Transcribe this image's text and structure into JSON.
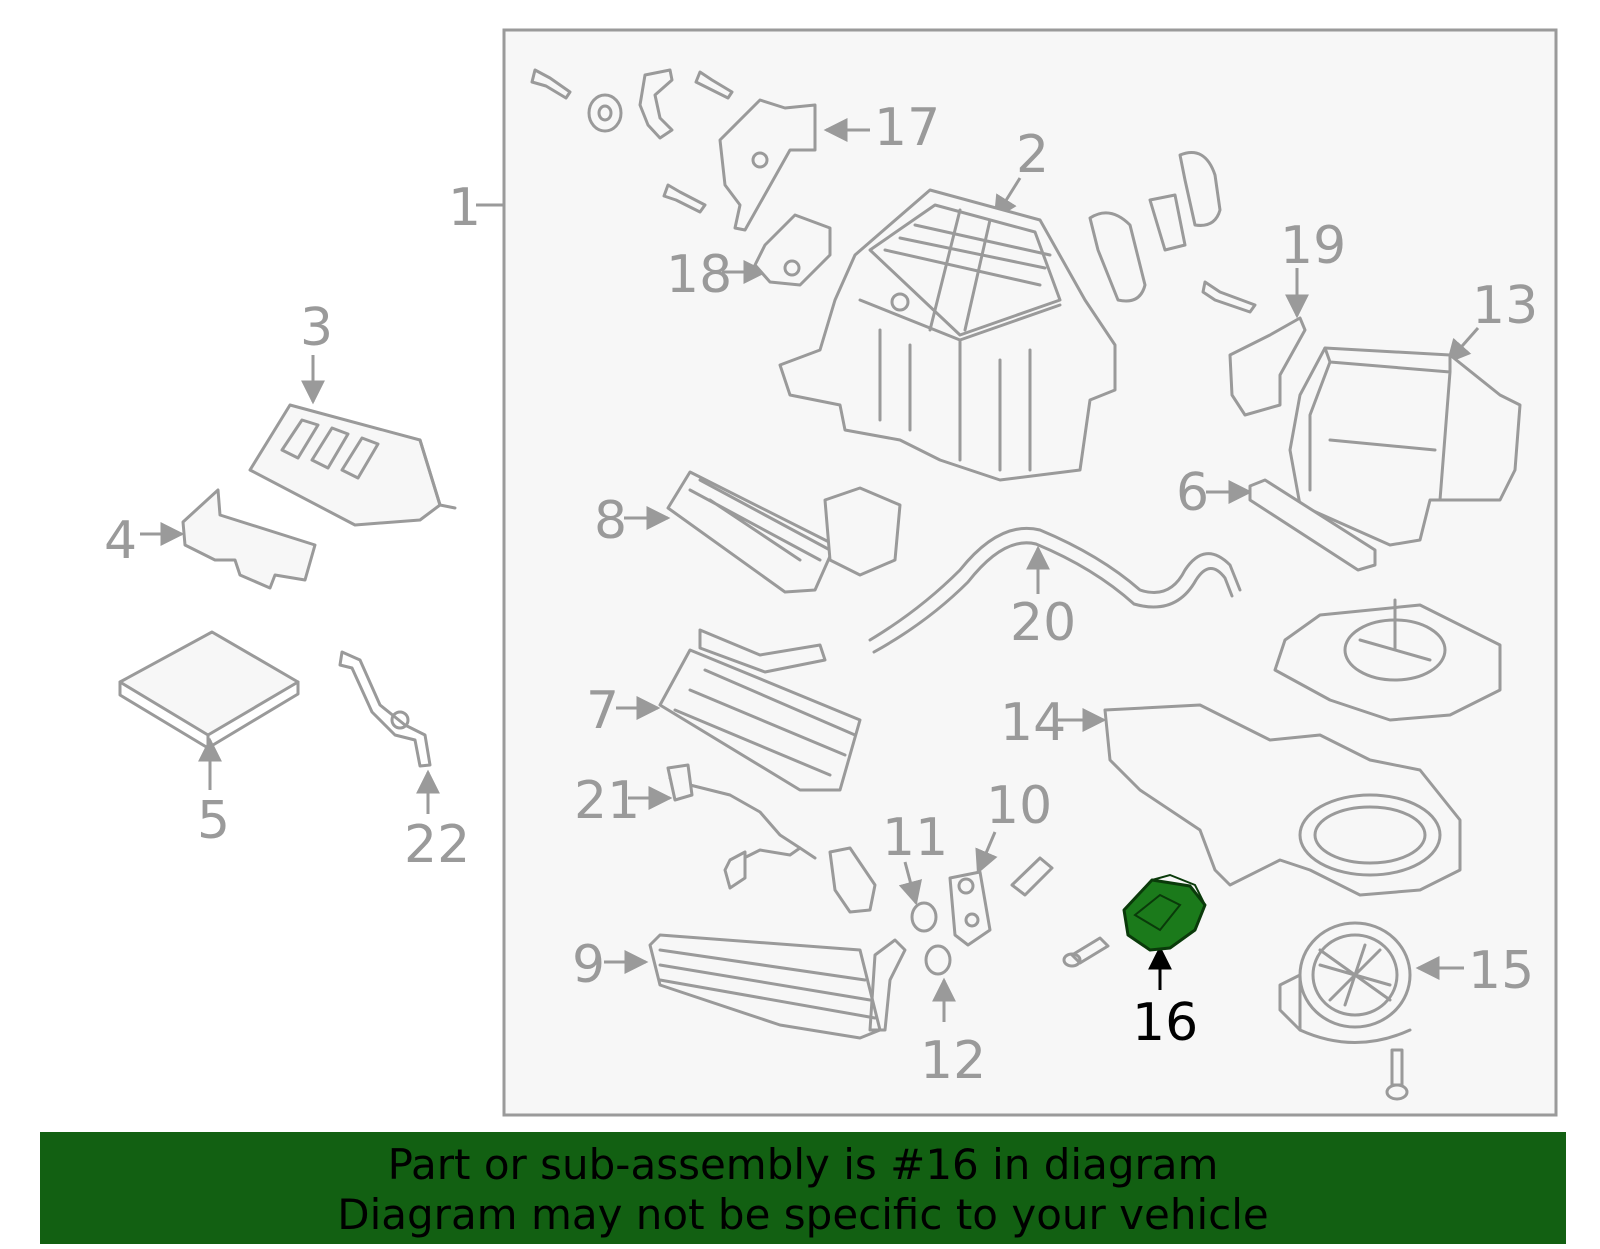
{
  "colors": {
    "line": "#9a9a9a",
    "panel": "#f7f7f7",
    "highlight": "#1b7a1b",
    "banner": "#126012"
  },
  "callouts": {
    "c1": "1",
    "c2": "2",
    "c3": "3",
    "c4": "4",
    "c5": "5",
    "c6": "6",
    "c7": "7",
    "c8": "8",
    "c9": "9",
    "c10": "10",
    "c11": "11",
    "c12": "12",
    "c13": "13",
    "c14": "14",
    "c15": "15",
    "c16": "16",
    "c17": "17",
    "c18": "18",
    "c19": "19",
    "c20": "20",
    "c21": "21",
    "c22": "22"
  },
  "highlighted_part": "16",
  "banner": {
    "line1": "Part or sub-assembly is #16 in diagram",
    "line2": "Diagram may not be specific to your vehicle"
  }
}
